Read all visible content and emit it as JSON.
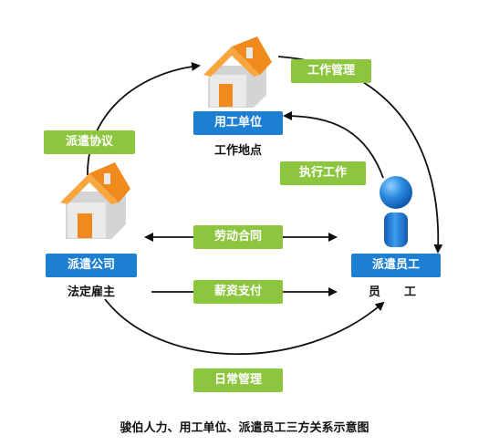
{
  "nodes": {
    "employer": {
      "label": "用工单位",
      "sub": "工作地点"
    },
    "agency": {
      "label": "派遣公司",
      "sub": "法定雇主"
    },
    "employee": {
      "label": "派遣员工",
      "sub": "员工"
    }
  },
  "edges": {
    "dispatch_agreement": "派遣协议",
    "work_management": "工作管理",
    "execute_work": "执行工作",
    "labor_contract": "劳动合同",
    "salary_payment": "薪资支付",
    "daily_management": "日常管理"
  },
  "caption": "骏伯人力、用工单位、派遣员工三方关系示意图",
  "colors": {
    "green_label": "#8cc63f",
    "blue_label": "#1d7fd2",
    "house_roof": "#f08a1c",
    "house_wall": "#e9e9e9",
    "person": "#1a78d0"
  }
}
